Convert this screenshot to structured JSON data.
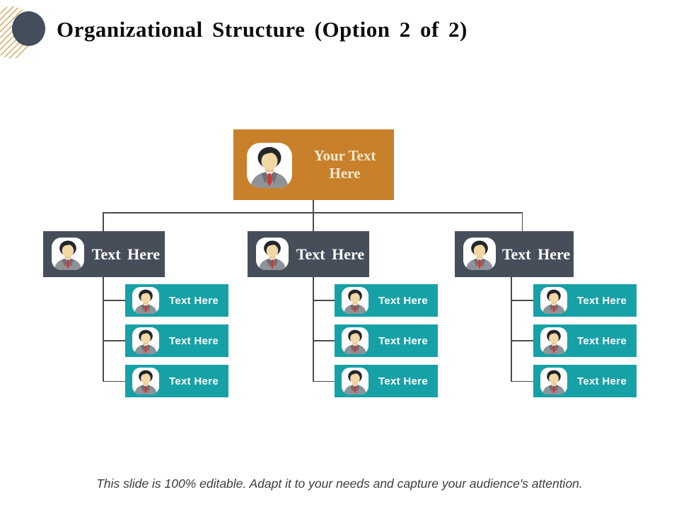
{
  "slide": {
    "title": "Organizational Structure (Option 2 of 2)",
    "footer_note": "This slide is 100% editable. Adapt it to your needs and capture your audience's attention."
  },
  "colors": {
    "root_box": "#c8802b",
    "branch_box": "#464e5a",
    "child_box": "#16a1a6",
    "connector": "#4b4b4b",
    "title_text": "#0d0d0d",
    "hatch": "#d9b878",
    "deco_circle": "#434d5b"
  },
  "icons": {
    "avatar": "businessman-avatar (black hair, gray suit, red tie, white rounded-square background)",
    "decoration": "gold hatched circle overlapped by solid slate circle"
  },
  "org_chart": {
    "root": {
      "label": "Your Text Here"
    },
    "branches": [
      {
        "label": "Text Here",
        "children": [
          "Text Here",
          "Text Here",
          "Text Here"
        ]
      },
      {
        "label": "Text Here",
        "children": [
          "Text Here",
          "Text Here",
          "Text Here"
        ]
      },
      {
        "label": "Text Here",
        "children": [
          "Text Here",
          "Text Here",
          "Text Here"
        ]
      }
    ]
  }
}
